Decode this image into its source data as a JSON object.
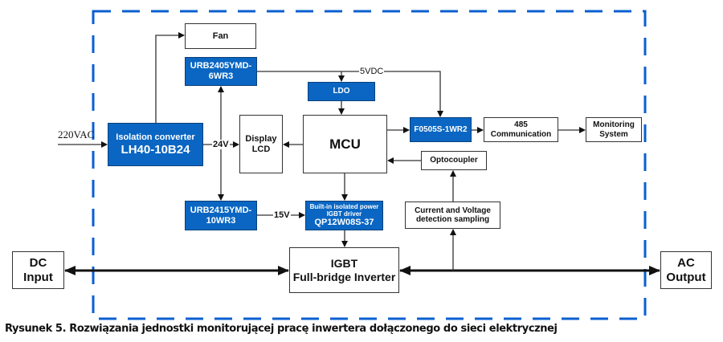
{
  "diagram": {
    "frame_color": "#0a5fd0",
    "accent_block_color": "#0a66c2",
    "blocks": {
      "fan": "Fan",
      "urb2405": [
        "URB2405YMD-",
        "6WR3"
      ],
      "ldo": "LDO",
      "isolation": [
        "Isolation converter",
        "LH40-10B24"
      ],
      "display": [
        "Display",
        "LCD"
      ],
      "mcu": "MCU",
      "f0505": "F0505S-1WR2",
      "comm485": [
        "485",
        "Communication"
      ],
      "monitoring": [
        "Monitoring",
        "System"
      ],
      "optocoupler": "Optocoupler",
      "urb2415": [
        "URB2415YMD-",
        "10WR3"
      ],
      "igbt_driver": [
        "Built-in isolated power",
        "IGBT driver",
        "QP12W08S-37"
      ],
      "sampling": [
        "Current and Voltage",
        "detection sampling"
      ],
      "igbt": [
        "IGBT",
        "Full-bridge Inverter"
      ],
      "dc_input": [
        "DC",
        "Input"
      ],
      "ac_output": [
        "AC",
        "Output"
      ]
    },
    "labels": {
      "ac_in": "220VAC",
      "v24": "24V",
      "v5": "5VDC",
      "v15": "15V"
    }
  },
  "caption": "Rysunek 5. Rozwiązania jednostki monitorującej pracę inwertera dołączonego do sieci elektrycznej"
}
